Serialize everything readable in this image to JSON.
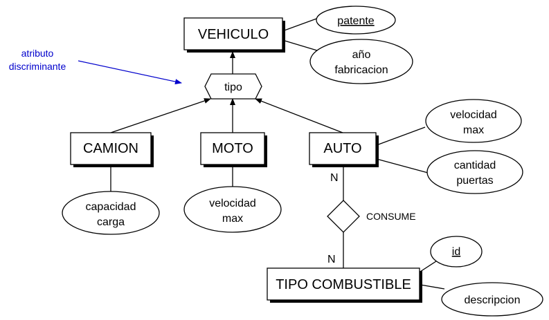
{
  "entities": {
    "vehiculo": "VEHICULO",
    "camion": "CAMION",
    "moto": "MOTO",
    "auto": "AUTO",
    "tipo_combustible": "TIPO COMBUSTIBLE"
  },
  "discriminator": {
    "label": "tipo"
  },
  "annotation": {
    "line1": "atributo",
    "line2": "discriminante"
  },
  "attributes": {
    "patente": "patente",
    "anio_line1": "año",
    "anio_line2": "fabricacion",
    "capacidad_line1": "capacidad",
    "capacidad_line2": "carga",
    "moto_vel_line1": "velocidad",
    "moto_vel_line2": "max",
    "auto_vel_line1": "velocidad",
    "auto_vel_line2": "max",
    "puertas_line1": "cantidad",
    "puertas_line2": "puertas",
    "id": "id",
    "descripcion": "descripcion"
  },
  "relationship": {
    "name": "CONSUME",
    "card_top": "N",
    "card_bottom": "N"
  },
  "colors": {
    "annotation": "#0000cc",
    "lines": "#000000"
  }
}
